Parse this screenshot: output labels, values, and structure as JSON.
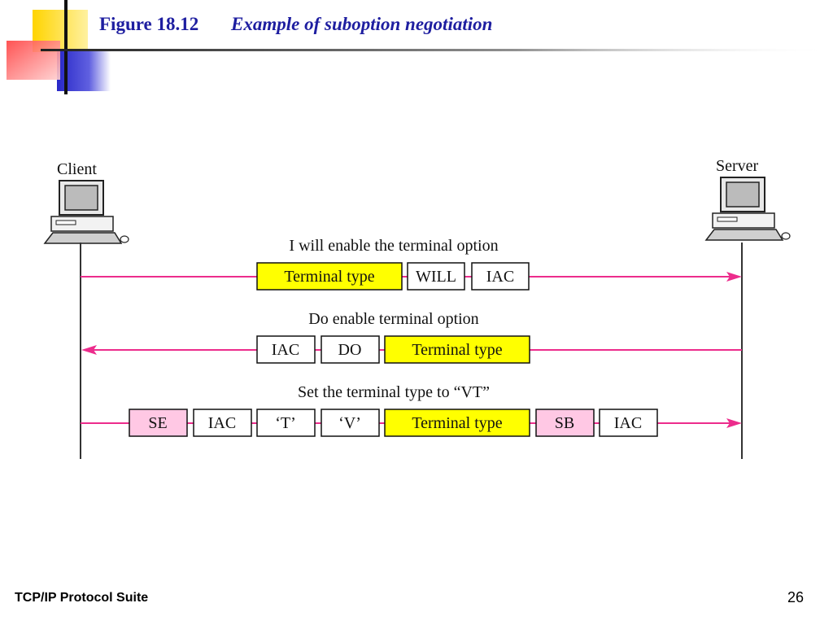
{
  "header": {
    "figure_label": "Figure 18.12",
    "figure_caption": "Example of suboption negotiation"
  },
  "diagram": {
    "nodes": [
      {
        "id": "client",
        "label": "Client"
      },
      {
        "id": "server",
        "label": "Server"
      }
    ],
    "messages": [
      {
        "label": "I will enable the terminal option",
        "direction": "client-to-server",
        "fields": [
          {
            "text": "Terminal type",
            "color": "#ffff00"
          },
          {
            "text": "WILL",
            "color": "#ffffff"
          },
          {
            "text": "IAC",
            "color": "#ffffff"
          }
        ]
      },
      {
        "label": "Do enable terminal option",
        "direction": "server-to-client",
        "fields": [
          {
            "text": "IAC",
            "color": "#ffffff"
          },
          {
            "text": "DO",
            "color": "#ffffff"
          },
          {
            "text": "Terminal type",
            "color": "#ffff00"
          }
        ]
      },
      {
        "label": "Set the terminal type to “VT”",
        "direction": "client-to-server",
        "fields": [
          {
            "text": "SE",
            "color": "#ffc8e4"
          },
          {
            "text": "IAC",
            "color": "#ffffff"
          },
          {
            "text": "‘T’",
            "color": "#ffffff"
          },
          {
            "text": "‘V’",
            "color": "#ffffff"
          },
          {
            "text": "Terminal type",
            "color": "#ffff00"
          },
          {
            "text": "SB",
            "color": "#ffc8e4"
          },
          {
            "text": "IAC",
            "color": "#ffffff"
          }
        ]
      }
    ],
    "colors": {
      "arrow": "#ec2c8c",
      "highlight": "#ffff00",
      "pink": "#ffc8e4"
    }
  },
  "footer": {
    "book_title": "TCP/IP Protocol Suite",
    "page_number": "26"
  }
}
